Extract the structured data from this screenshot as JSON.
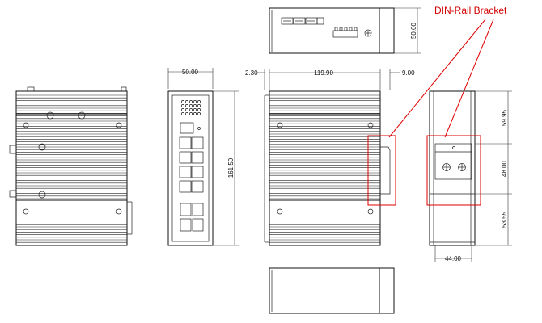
{
  "annotation": {
    "label": "DIN-Rail Bracket",
    "color": "#d40000"
  },
  "dimensions": {
    "top_height": "50.00",
    "front_width": "50.00",
    "front_height": "161.50",
    "offset_left": "2.30",
    "side_width": "119.90",
    "offset_right": "9.00",
    "rear_top": "59.95",
    "rear_mid": "48.00",
    "rear_bottom": "53.55",
    "rear_width": "44.00"
  }
}
